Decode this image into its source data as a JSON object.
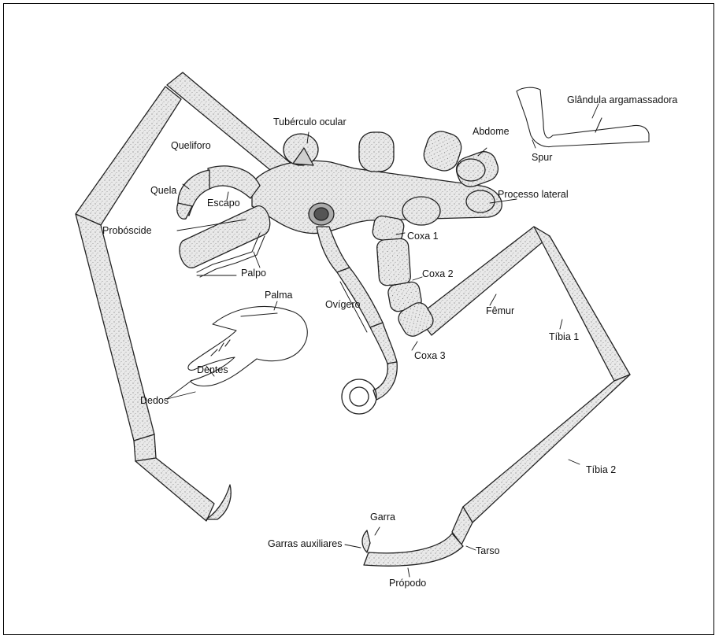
{
  "labels": {
    "tuberculo_ocular": "Tubérculo ocular",
    "queliforo": "Queliforo",
    "quela": "Quela",
    "escapo": "Escapo",
    "proboscide": "Probóscide",
    "palpo": "Palpo",
    "palma": "Palma",
    "dentes": "Dentes",
    "dedos": "Dedos",
    "ovigero": "Ovígero",
    "abdome": "Abdome",
    "processo_lateral": "Processo lateral",
    "coxa1": "Coxa 1",
    "coxa2": "Coxa 2",
    "coxa3": "Coxa 3",
    "femur": "Fêmur",
    "tibia1": "Tíbia 1",
    "tibia2": "Tíbia 2",
    "glandula": "Glândula argamassadora",
    "spur": "Spur",
    "garra": "Garra",
    "garras_auxiliares": "Garras auxiliares",
    "tarso": "Tarso",
    "propodo": "Própodo"
  },
  "colors": {
    "ink": "#111111",
    "body_fill": "#e6e6e6",
    "stipple": "#7a7a7a"
  }
}
